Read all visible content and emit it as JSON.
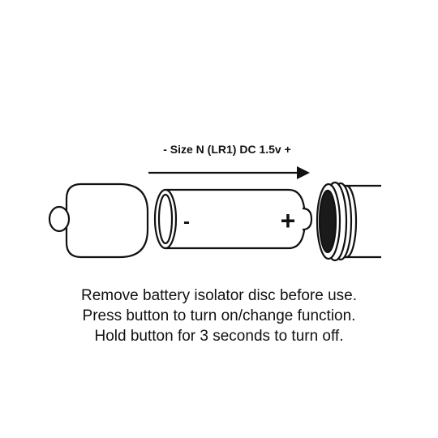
{
  "battery": {
    "size_label": "- Size N (LR1) DC 1.5v +",
    "negative_symbol": "-",
    "positive_symbol": "+"
  },
  "instructions": [
    "Remove battery isolator disc before use.",
    "Press button to turn on/change function.",
    "Hold button for 3 seconds to turn off."
  ],
  "colors": {
    "ink": "#111111",
    "background": "#ffffff"
  }
}
